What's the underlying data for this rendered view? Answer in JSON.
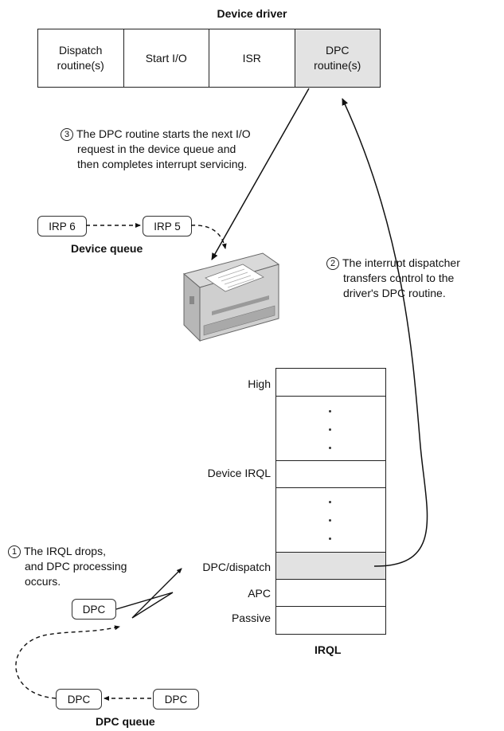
{
  "driver": {
    "title": "Device driver",
    "cells": [
      {
        "line1": "Dispatch",
        "line2": "routine(s)"
      },
      {
        "line1": "Start I/O",
        "line2": ""
      },
      {
        "line1": "ISR",
        "line2": ""
      },
      {
        "line1": "DPC",
        "line2": "routine(s)"
      }
    ]
  },
  "steps": {
    "step3": {
      "number": "3",
      "lines": [
        "The DPC routine starts the next I/O",
        "request in the device queue and",
        "then completes interrupt servicing."
      ]
    },
    "step2": {
      "number": "2",
      "lines": [
        "The interrupt dispatcher",
        "transfers control to the",
        "driver's DPC routine."
      ]
    },
    "step1": {
      "number": "1",
      "lines": [
        "The IRQL drops,",
        "and DPC processing",
        "occurs."
      ]
    }
  },
  "device_queue": {
    "items": [
      "IRP 6",
      "IRP 5"
    ],
    "label": "Device queue"
  },
  "irql": {
    "levels": [
      "High",
      "Device IRQL",
      "DPC/dispatch",
      "APC",
      "Passive"
    ],
    "label": "IRQL"
  },
  "dpc": {
    "active": "DPC",
    "queue_items": [
      "DPC",
      "DPC"
    ],
    "queue_label": "DPC queue"
  },
  "icons": {
    "device": "printer-icon"
  }
}
